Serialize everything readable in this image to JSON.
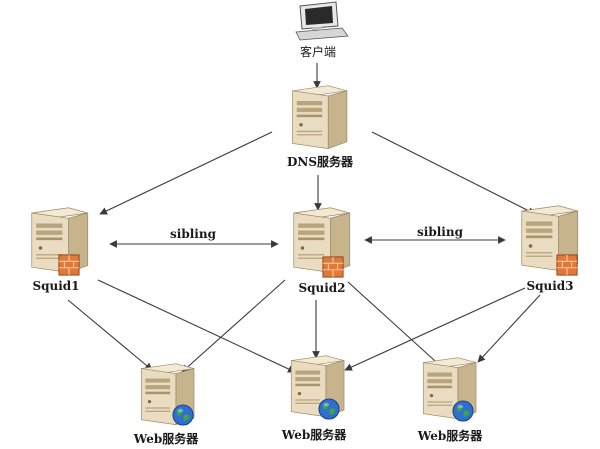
{
  "nodes": {
    "client": {
      "label": "客户端",
      "icon": "computer-icon"
    },
    "dns": {
      "label": "DNS服务器",
      "icon": "server-icon"
    },
    "squid1": {
      "label": "Squid1",
      "icon": "proxy-server-icon"
    },
    "squid2": {
      "label": "Squid2",
      "icon": "proxy-server-icon"
    },
    "squid3": {
      "label": "Squid3",
      "icon": "proxy-server-icon"
    },
    "web1": {
      "label": "Web服务器",
      "icon": "web-server-icon"
    },
    "web2": {
      "label": "Web服务器",
      "icon": "web-server-icon"
    },
    "web3": {
      "label": "Web服务器",
      "icon": "web-server-icon"
    }
  },
  "edges": {
    "sibling_left": "sibling",
    "sibling_right": "sibling"
  },
  "colors": {
    "line": "#3a3a3a",
    "server_body": "#e9dcc0",
    "server_side": "#c8b48c",
    "firewall": "#e07a3a",
    "globe": "#2f6fd0"
  }
}
